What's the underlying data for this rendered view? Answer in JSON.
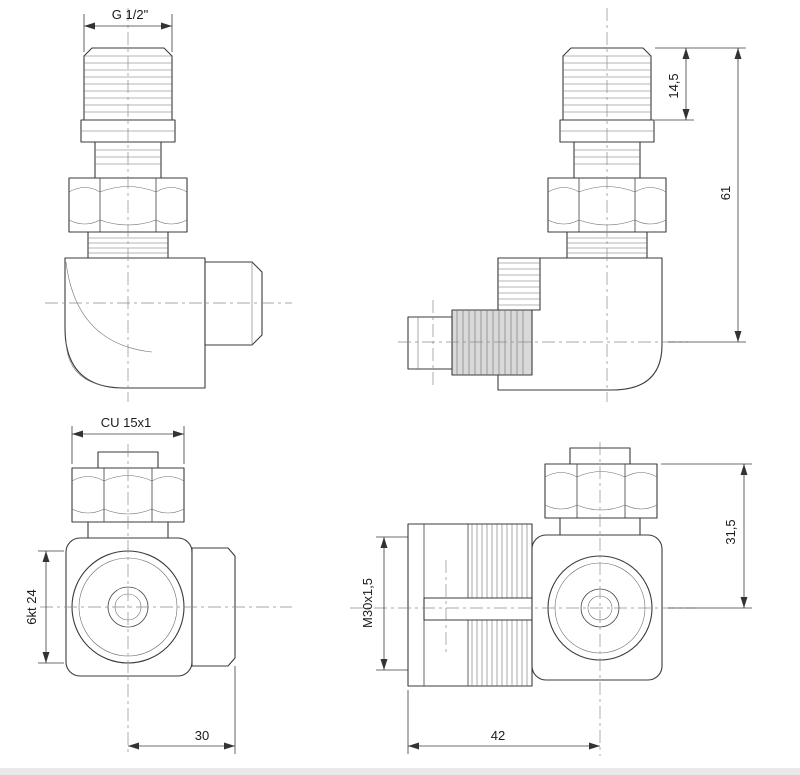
{
  "drawing": {
    "views": {
      "front": {
        "dim_thread": "G 1/2\""
      },
      "side": {
        "dim_thread_length": "14,5",
        "dim_total_height": "61"
      },
      "bottom_front": {
        "dim_pipe": "CU 15x1",
        "dim_hex": "6kt 24",
        "dim_offset": "30"
      },
      "bottom_side": {
        "dim_head_thread": "M30x1,5",
        "dim_height": "31,5",
        "dim_depth": "42"
      }
    }
  }
}
